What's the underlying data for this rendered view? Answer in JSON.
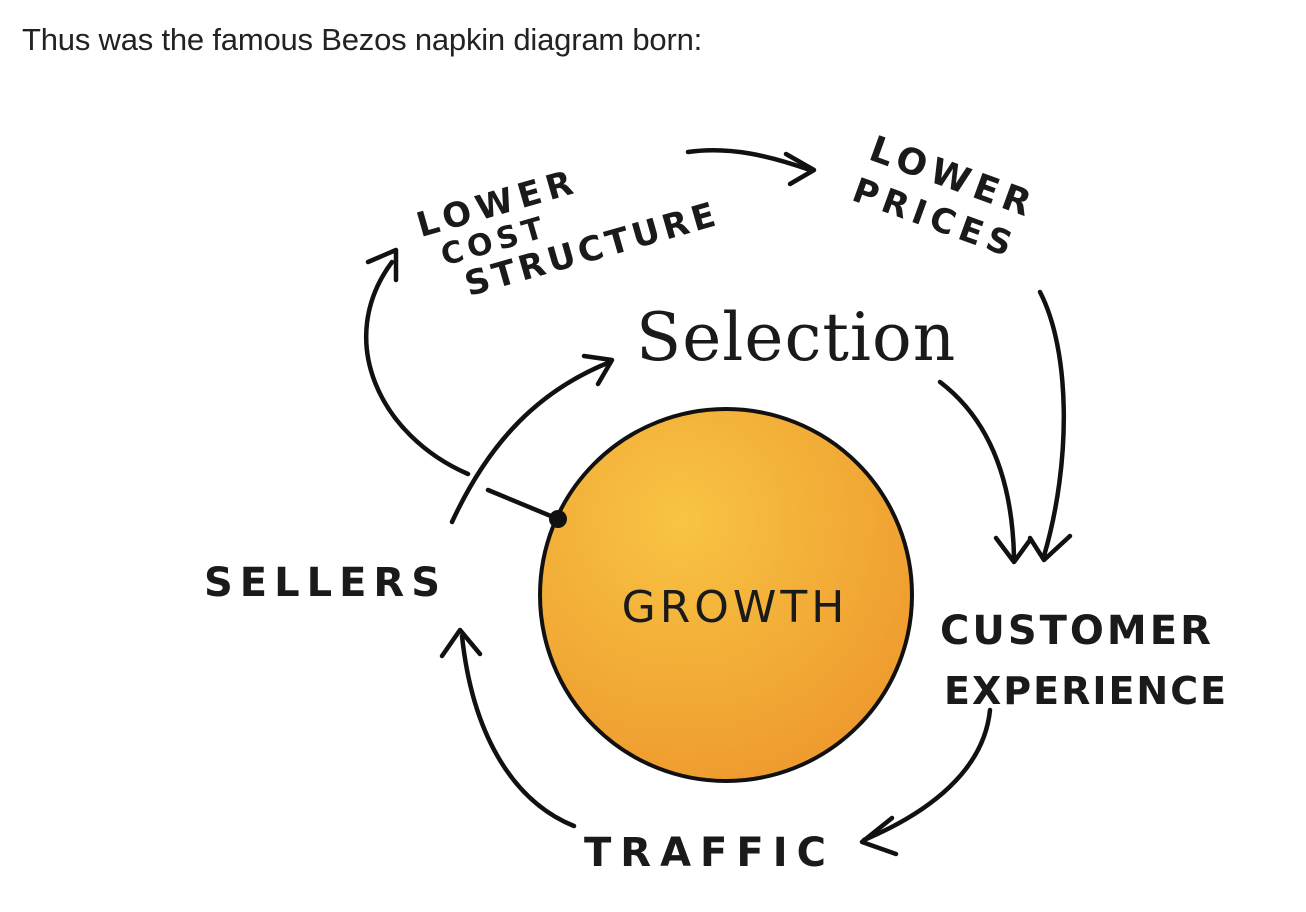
{
  "intro_text": "Thus was the famous Bezos napkin diagram born:",
  "diagram": {
    "center": "GROWTH",
    "nodes": {
      "lower_cost_structure": [
        "LOWER",
        "COST",
        "STRUCTURE"
      ],
      "lower_prices": [
        "LOWER",
        "PRICES"
      ],
      "selection": "Selection",
      "customer_experience": [
        "CUSTOMER",
        "EXPERIENCE"
      ],
      "traffic": "TRAFFIC",
      "sellers": "SELLERS"
    },
    "colors": {
      "circle_fill_light": "#F8C443",
      "circle_fill_dark": "#EE9A2E",
      "circle_stroke": "#111111",
      "ink": "#111111"
    }
  }
}
